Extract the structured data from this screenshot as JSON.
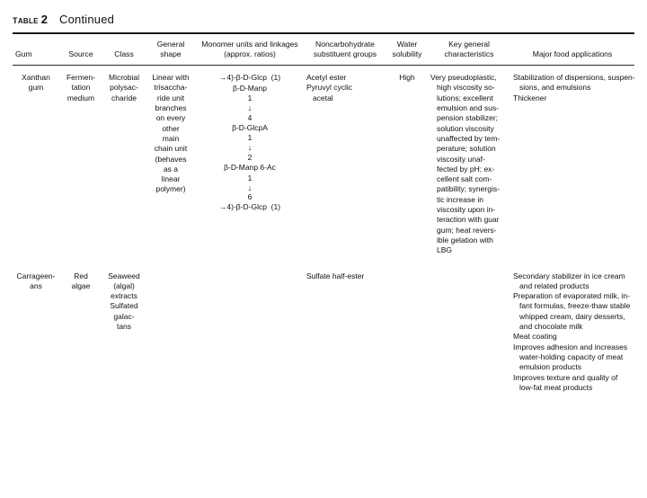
{
  "document": {
    "table_label": "Table",
    "table_number": "2",
    "continued": "Continued"
  },
  "table": {
    "headers": [
      {
        "key": "gum",
        "lines": [
          "Gum"
        ]
      },
      {
        "key": "source",
        "lines": [
          "Source"
        ]
      },
      {
        "key": "class",
        "lines": [
          "Class"
        ]
      },
      {
        "key": "shape",
        "lines": [
          "General",
          "shape"
        ]
      },
      {
        "key": "monomer",
        "lines": [
          "Monomer units and linkages",
          "(approx. ratios)"
        ]
      },
      {
        "key": "noncarb",
        "lines": [
          "Noncarbohydrate",
          "substituent groups"
        ]
      },
      {
        "key": "water",
        "lines": [
          "Water",
          "solubility"
        ]
      },
      {
        "key": "key",
        "lines": [
          "Key general",
          "characteristics"
        ]
      },
      {
        "key": "apps",
        "lines": [
          "Major food applications"
        ]
      }
    ],
    "rows": [
      {
        "gum": [
          "Xanthan",
          "gum"
        ],
        "source": [
          "Fermen-",
          "tation",
          "medium"
        ],
        "class": [
          "Microbial",
          "polysac-",
          "charide"
        ],
        "shape": [
          "Linear with",
          "trisaccha-",
          "ride unit",
          "branches",
          "on every",
          "other",
          "main",
          "chain unit",
          "(behaves",
          "as a",
          "linear",
          "polymer)"
        ],
        "monomer": [
          {
            "type": "text",
            "text": "→4)-β-D-Glcp  (1)"
          },
          {
            "type": "text",
            "text": "β-D-Manp"
          },
          {
            "type": "num",
            "text": "1"
          },
          {
            "type": "arrow",
            "text": "↓"
          },
          {
            "type": "num",
            "text": "4"
          },
          {
            "type": "text",
            "text": "β-D-GlcpA"
          },
          {
            "type": "num",
            "text": "1"
          },
          {
            "type": "arrow",
            "text": "↓"
          },
          {
            "type": "num",
            "text": "2"
          },
          {
            "type": "text",
            "text": "β-D-Manp 6-Ac"
          },
          {
            "type": "num",
            "text": "1"
          },
          {
            "type": "arrow",
            "text": "↓"
          },
          {
            "type": "num",
            "text": "6"
          },
          {
            "type": "text",
            "text": "→4)-β-D-Glcp  (1)"
          }
        ],
        "noncarb": [
          {
            "text": "Acetyl ester",
            "indent": false
          },
          {
            "text": "Pyruvyl cyclic",
            "indent": false
          },
          {
            "text": "acetal",
            "indent": true
          }
        ],
        "water": [
          "High"
        ],
        "key": [
          {
            "text": "Very pseudoplastic,",
            "indent": false
          },
          {
            "text": "high viscosity so-",
            "indent": true
          },
          {
            "text": "lutions; excellent",
            "indent": true
          },
          {
            "text": "emulsion and sus-",
            "indent": true
          },
          {
            "text": "pension stabilizer;",
            "indent": true
          },
          {
            "text": "solution viscosity",
            "indent": true
          },
          {
            "text": "unaffected by tem-",
            "indent": true
          },
          {
            "text": "perature; solution",
            "indent": true
          },
          {
            "text": "viscosity unaf-",
            "indent": true
          },
          {
            "text": "fected by pH; ex-",
            "indent": true
          },
          {
            "text": "cellent salt com-",
            "indent": true
          },
          {
            "text": "patibility; synergis-",
            "indent": true
          },
          {
            "text": "tic increase in",
            "indent": true
          },
          {
            "text": "viscosity upon in-",
            "indent": true
          },
          {
            "text": "teraction with guar",
            "indent": true
          },
          {
            "text": "gum; heat revers-",
            "indent": true
          },
          {
            "text": "ible gelation with",
            "indent": true
          },
          {
            "text": "LBG",
            "indent": true
          }
        ],
        "apps": [
          {
            "text": "Stabilization of dispersions, suspen-",
            "indent": false
          },
          {
            "text": "sions, and emulsions",
            "indent": true
          },
          {
            "text": "Thickener",
            "indent": false
          }
        ]
      },
      {
        "gum": [
          "Carrageen-",
          "ans"
        ],
        "source": [
          "Red",
          "algae"
        ],
        "class": [
          "Seaweed",
          "(algal)",
          "extracts",
          "Sulfated",
          "galac-",
          "tans"
        ],
        "shape": [],
        "monomer": [],
        "noncarb": [
          {
            "text": "Sulfate half-ester",
            "indent": false
          }
        ],
        "water": [],
        "key": [],
        "apps": [
          {
            "text": "Secondary stabilizer in ice cream",
            "indent": false
          },
          {
            "text": "and related products",
            "indent": true
          },
          {
            "text": "Preparation of evaporated milk, in-",
            "indent": false
          },
          {
            "text": "fant formulas, freeze-thaw stable",
            "indent": true
          },
          {
            "text": "whipped cream, dairy desserts,",
            "indent": true
          },
          {
            "text": "and chocolate milk",
            "indent": true
          },
          {
            "text": "Meat coating",
            "indent": false
          },
          {
            "text": "Improves adhesion and increases",
            "indent": false
          },
          {
            "text": "water-holding capacity of meat",
            "indent": true
          },
          {
            "text": "emulsion products",
            "indent": true
          },
          {
            "text": "Improves texture and quality of",
            "indent": false
          },
          {
            "text": "low-fat meat products",
            "indent": true
          }
        ]
      }
    ]
  },
  "colors": {
    "page_background": "#ffffff",
    "text": "#111111",
    "rule": "#1a1a1a"
  }
}
